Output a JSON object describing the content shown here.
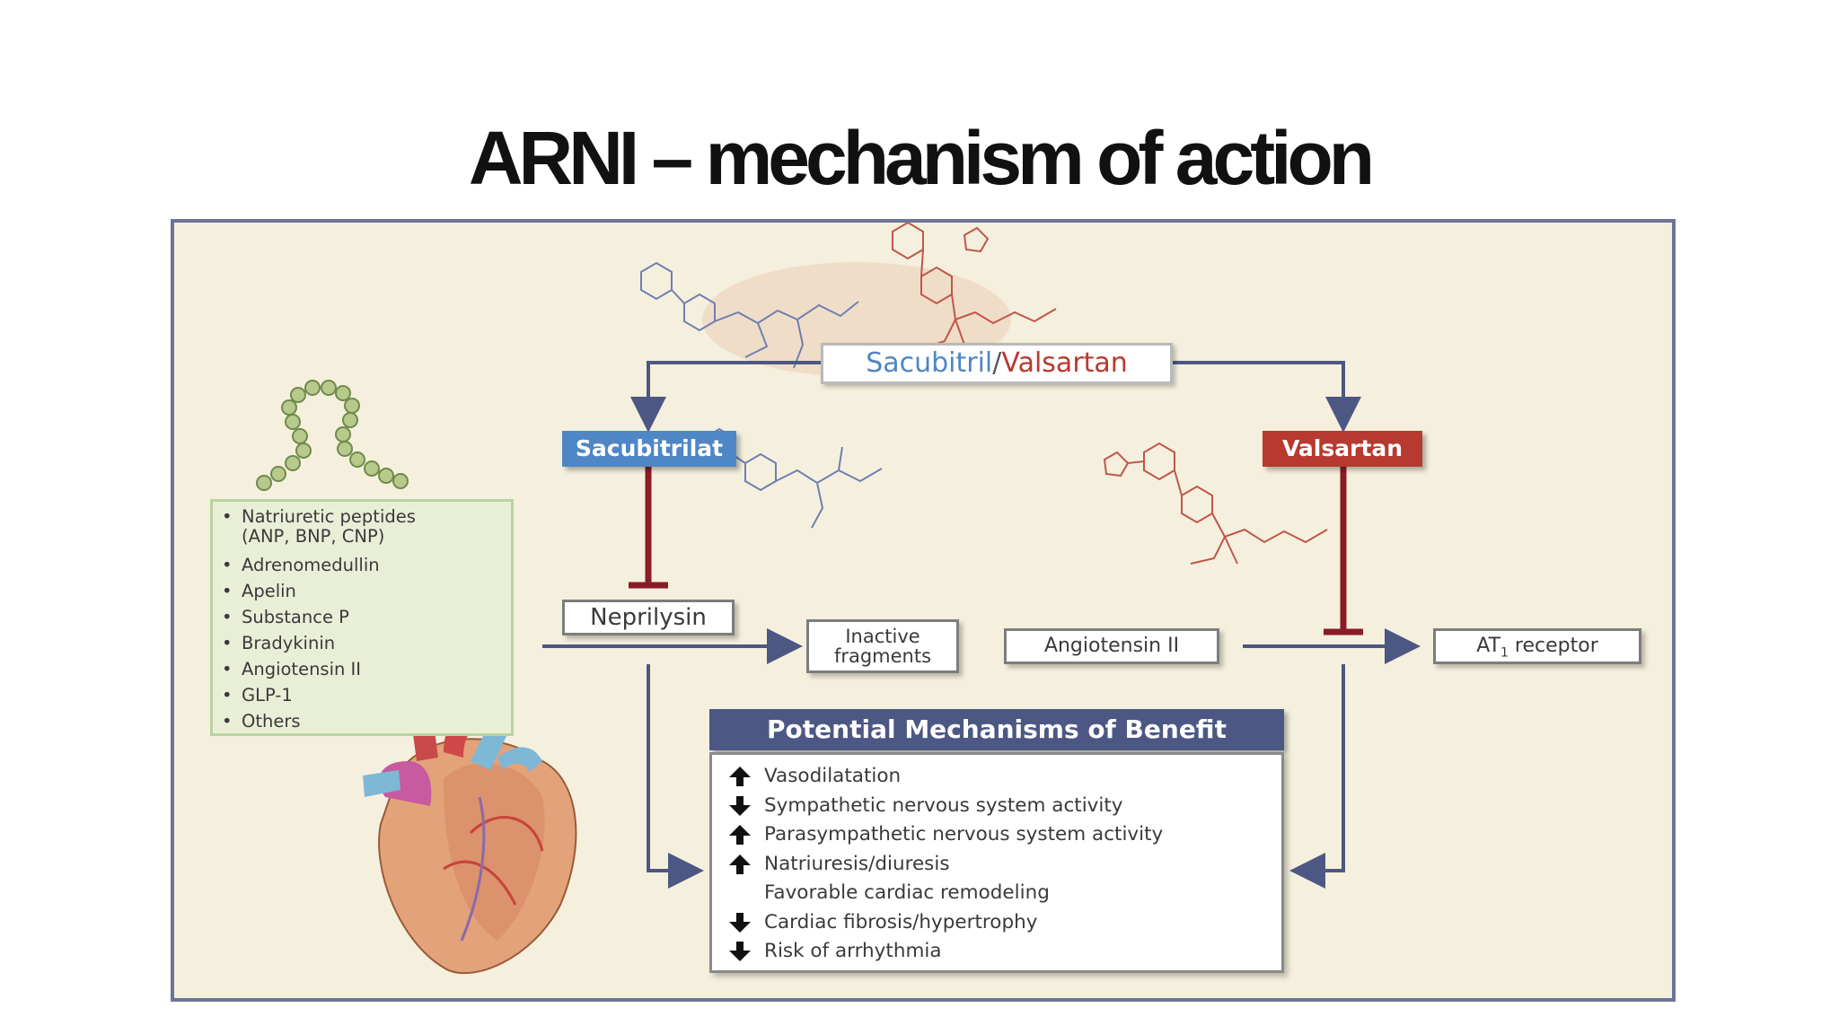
{
  "title": "ARNI – mechanism of action",
  "drug_header": {
    "part1": "Sacubitril",
    "separator": "/",
    "part2": "Valsartan"
  },
  "sacubitrilat": "Sacubitrilat",
  "valsartan": "Valsartan",
  "neprilysin": "Neprilysin",
  "inactive_fragments": {
    "line1": "Inactive",
    "line2": "fragments"
  },
  "angiotensin": "Angiotensin II",
  "at1_receptor": {
    "pre": "AT",
    "sub": "1",
    "post": " receptor"
  },
  "peptides": [
    {
      "line1": "Natriuretic peptides",
      "line2": "(ANP, BNP, CNP)"
    },
    {
      "line1": "Adrenomedullin"
    },
    {
      "line1": "Apelin"
    },
    {
      "line1": "Substance P"
    },
    {
      "line1": "Bradykinin"
    },
    {
      "line1": "Angiotensin II"
    },
    {
      "line1": "GLP-1"
    },
    {
      "line1": "Others"
    }
  ],
  "benefits": {
    "title": "Potential Mechanisms of Benefit",
    "items": [
      {
        "arrow": "up",
        "text": "Vasodilatation"
      },
      {
        "arrow": "down",
        "text": "Sympathetic nervous system activity"
      },
      {
        "arrow": "up",
        "text": "Parasympathetic nervous system activity"
      },
      {
        "arrow": "up",
        "text": "Natriuresis/diuresis"
      },
      {
        "arrow": "none",
        "text": "Favorable cardiac remodeling"
      },
      {
        "arrow": "down",
        "text": "Cardiac fibrosis/hypertrophy"
      },
      {
        "arrow": "down",
        "text": "Risk of arrhythmia"
      }
    ]
  },
  "colors": {
    "panel_bg": "#f5f0de",
    "sacubitril_blue": "#4f86c6",
    "valsartan_red": "#b8392f",
    "inhibitor_red": "#8a1c26",
    "arrow_slate": "#4c5883"
  }
}
